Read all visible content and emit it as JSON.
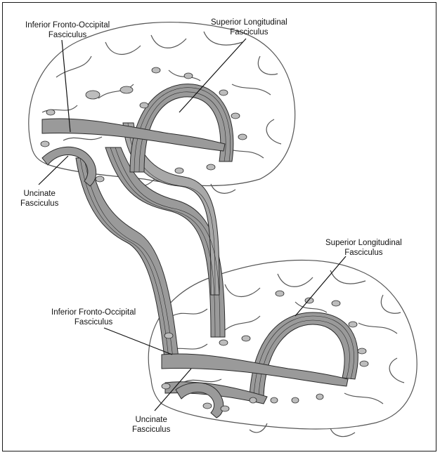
{
  "labels": {
    "top_ifo": [
      "Inferior Fronto-Occipital",
      "Fasciculus"
    ],
    "top_slf": [
      "Superior Longitudinal",
      "Fasciculus"
    ],
    "top_uf": [
      "Uncinate",
      "Fasciculus"
    ],
    "bot_slf": [
      "Superior Longitudinal",
      "Fasciculus"
    ],
    "bot_ifo": [
      "Inferior Fronto-Occipital",
      "Fasciculus"
    ],
    "bot_uf": [
      "Uncinate",
      "Fasciculus"
    ]
  },
  "colors": {
    "outline": "#555555",
    "tract_fill": "#9a9a9a",
    "tract_line": "#2b2b2b",
    "leader": "#111111"
  }
}
